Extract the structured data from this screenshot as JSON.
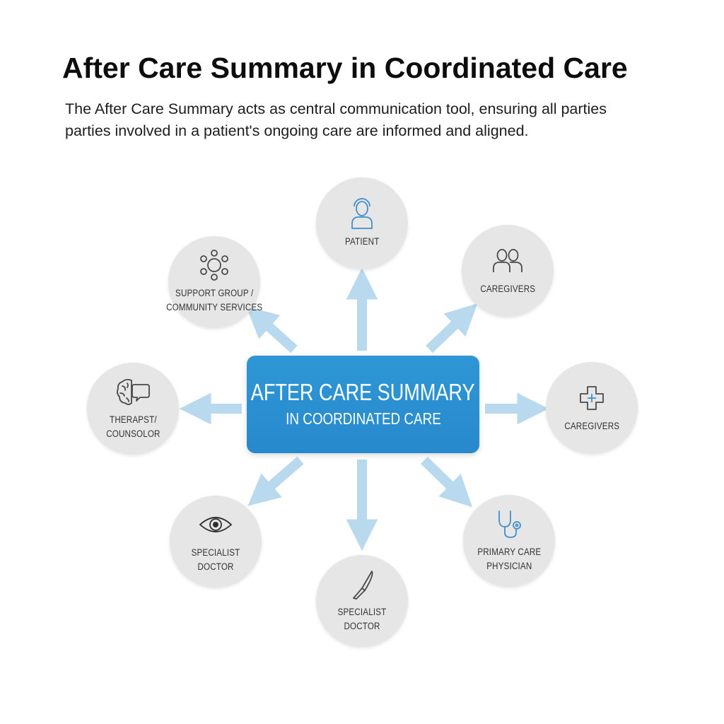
{
  "header": {
    "title": "After Care Summary in Coordinated Care",
    "subtitle_line1": "The After Care Summary acts as central communication tool, ensuring all parties",
    "subtitle_line2": "parties involved in a patient's ongoing care are informed and aligned."
  },
  "center": {
    "title": "AFTER CARE SUMMARY",
    "subtitle": "IN COORDINATED CARE",
    "color": "#2a8fd0"
  },
  "colors": {
    "node_fill": "#e6e6e6",
    "arrow": "#b9daee",
    "icon_blue": "#3f8fd0",
    "icon_gray": "#4a4a4a"
  },
  "nodes": {
    "patient": {
      "line1": "PATIENT",
      "icon": "person-icon"
    },
    "caregivers_top": {
      "line1": "CAREGIVERS",
      "icon": "people-icon"
    },
    "caregivers_right": {
      "line1": "CAREGIVERS",
      "icon": "medical-cross-icon"
    },
    "primary_care": {
      "line1": "PRIMARY CARE",
      "line2": "PHYSICIAN",
      "icon": "stethoscope-icon"
    },
    "specialist_bottom": {
      "line1": "SPECIALIST",
      "line2": "DOCTOR",
      "icon": "scalpel-icon"
    },
    "specialist_left": {
      "line1": "SPECIALIST",
      "line2": "DOCTOR",
      "icon": "eye-icon"
    },
    "therapist": {
      "line1": "THERAPST/",
      "line2": "COUNSOLOR",
      "icon": "brain-speech-icon"
    },
    "support_group": {
      "line1": "SUPPORT GROUP /",
      "line2": "COMMUNITY SERVICES",
      "icon": "network-icon"
    }
  }
}
